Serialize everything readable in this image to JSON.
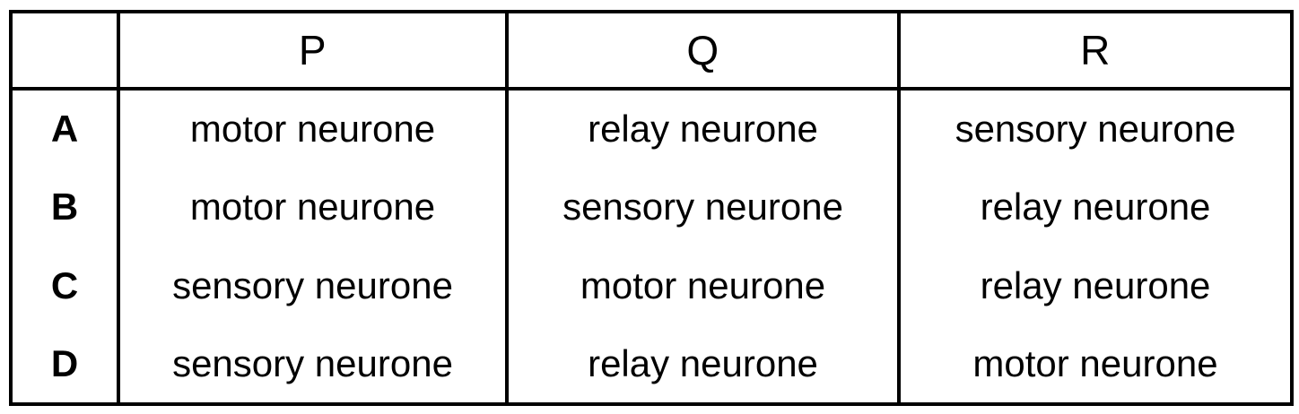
{
  "table": {
    "corner_label": "",
    "column_headers": [
      "P",
      "Q",
      "R"
    ],
    "row_labels": [
      "A",
      "B",
      "C",
      "D"
    ],
    "rows": [
      {
        "label": "A",
        "P": "motor neurone",
        "Q": "relay neurone",
        "R": "sensory neurone"
      },
      {
        "label": "B",
        "P": "motor neurone",
        "Q": "sensory neurone",
        "R": "relay neurone"
      },
      {
        "label": "C",
        "P": "sensory neurone",
        "Q": "motor neurone",
        "R": "relay neurone"
      },
      {
        "label": "D",
        "P": "sensory neurone",
        "Q": "relay neurone",
        "R": "motor neurone"
      }
    ],
    "colors": {
      "border": "#000000",
      "text": "#000000",
      "background": "#ffffff"
    }
  }
}
